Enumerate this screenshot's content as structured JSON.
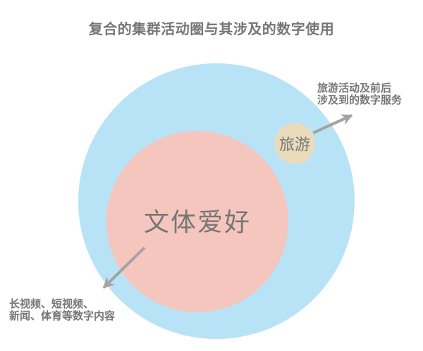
{
  "title": "复合的集群活动圈与其涉及的数字使用",
  "colors": {
    "background": "#ffffff",
    "outer-circle": "#b8e3f6",
    "inner-circle": "#f5c6be",
    "travel-circle": "#eadcbb",
    "text-gray": "#767676",
    "arrow-gray": "#a3a3a3"
  },
  "diagram": {
    "inner_label": "文体爱好",
    "travel_label": "旅游",
    "travel_annotation": {
      "line1": "旅游活动及前后",
      "line2": "涉及到的数字服务"
    },
    "content_annotation": {
      "line1": "长视频、短视频、",
      "line2": "新闻、体育等数字内容"
    }
  }
}
